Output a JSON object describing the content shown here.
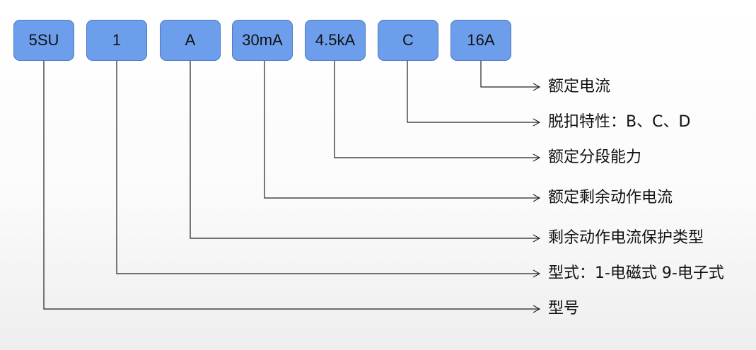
{
  "codes": [
    {
      "label": "5SU",
      "description": "型号"
    },
    {
      "label": "1",
      "description": "型式：1-电磁式 9-电子式"
    },
    {
      "label": "A",
      "description": "剩余动作电流保护类型"
    },
    {
      "label": "30mA",
      "description": "额定剩余动作电流"
    },
    {
      "label": "4.5kA",
      "description": "额定分段能力"
    },
    {
      "label": "C",
      "description": "脱扣特性：B、C、D"
    },
    {
      "label": "16A",
      "description": "额定电流"
    }
  ],
  "colors": {
    "box_fill": "#6d9eeb",
    "box_border": "#4a78c2",
    "line": "#222222",
    "text": "#111111"
  }
}
